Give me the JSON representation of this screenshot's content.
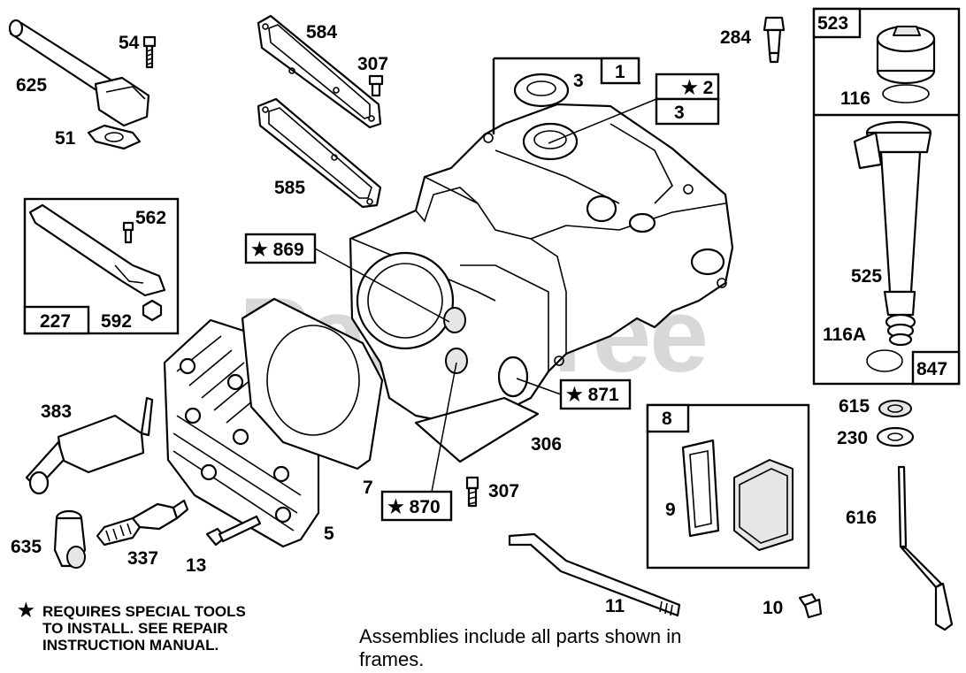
{
  "watermark": "PartsTree",
  "labels": {
    "l625": "625",
    "l54": "54",
    "l51": "51",
    "l584": "584",
    "l307a": "307",
    "l585": "585",
    "l562": "562",
    "l227": "227",
    "l592": "592",
    "l869": "869",
    "l3a": "3",
    "l1": "1",
    "l2": "2",
    "l3b": "3",
    "l284": "284",
    "l523": "523",
    "l116": "116",
    "l525": "525",
    "l116a": "116A",
    "l847": "847",
    "l871": "871",
    "l306": "306",
    "l307b": "307",
    "l870": "870",
    "l7": "7",
    "l383": "383",
    "l635": "635",
    "l337": "337",
    "l13": "13",
    "l5": "5",
    "l8": "8",
    "l9": "9",
    "l615": "615",
    "l230": "230",
    "l616": "616",
    "l11": "11",
    "l10": "10"
  },
  "star_symbol": "★",
  "notes": {
    "line1": "REQUIRES SPECIAL TOOLS",
    "line2": "TO INSTALL.  SEE REPAIR",
    "line3": "INSTRUCTION MANUAL."
  },
  "footer": {
    "line1": "Assemblies include all parts shown in",
    "line2": "frames."
  }
}
